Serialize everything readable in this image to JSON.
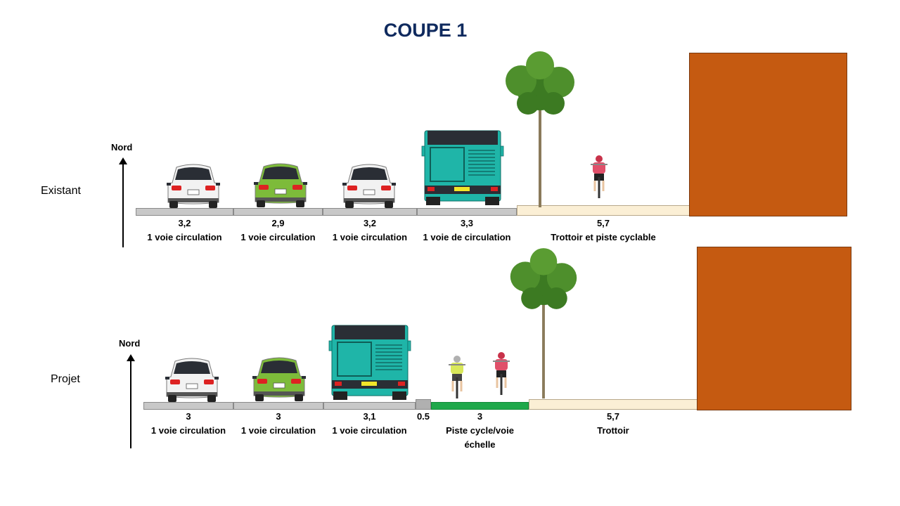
{
  "title": "COUPE 1",
  "colors": {
    "title": "#0f2a5e",
    "asphalt": "#c8c8c8",
    "sidewalk": "#fbefd5",
    "bikeway": "#1fa84b",
    "building": "#c55a11",
    "bus": "#1fb5a8",
    "car_white": "#f2f2f2",
    "car_green": "#7dbb3a"
  },
  "existant": {
    "label": "Existant",
    "north": "Nord",
    "segments": [
      {
        "width": "3,2",
        "desc": "1 voie circulation"
      },
      {
        "width": "2,9",
        "desc": "1 voie circulation"
      },
      {
        "width": "3,2",
        "desc": "1 voie circulation"
      },
      {
        "width": "3,3",
        "desc": "1 voie de circulation"
      },
      {
        "width": "5,7",
        "desc": "Trottoir et piste cyclable"
      }
    ]
  },
  "projet": {
    "label": "Projet",
    "north": "Nord",
    "segments": [
      {
        "width": "3",
        "desc": "1 voie circulation"
      },
      {
        "width": "3",
        "desc": "1 voie circulation"
      },
      {
        "width": "3,1",
        "desc": "1 voie circulation"
      },
      {
        "width": "0.5",
        "desc": ""
      },
      {
        "width": "3",
        "desc": "Piste cycle/voie",
        "desc2": "échelle"
      },
      {
        "width": "5,7",
        "desc": "Trottoir"
      }
    ]
  },
  "icons": [
    "white-car-icon",
    "green-car-icon",
    "bus-icon",
    "tree-icon",
    "cyclist-icon",
    "building-block"
  ]
}
